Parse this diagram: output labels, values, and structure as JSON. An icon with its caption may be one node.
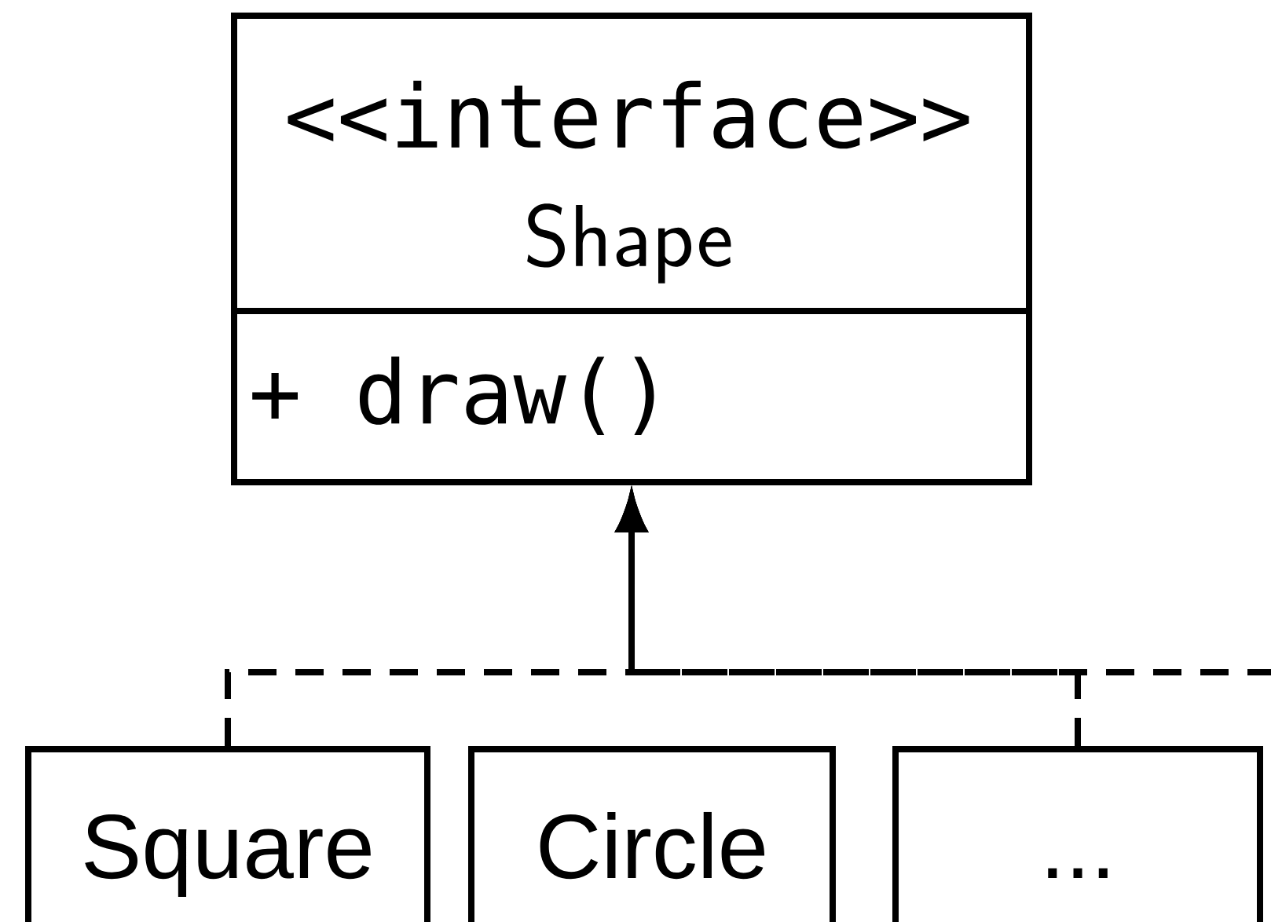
{
  "diagram": {
    "nodes": [
      {
        "text": [
          "<<interface>>",
          "Shape",
          "+ draw()"
        ]
      },
      {
        "text": [
          "Square"
        ]
      },
      {
        "text": [
          "Circle"
        ]
      },
      {
        "text": [
          "..."
        ]
      }
    ],
    "edges": [
      {
        "from": 1,
        "to": 0,
        "arrow": "to",
        "style": "dashed"
      },
      {
        "from": 3,
        "to": 0,
        "arrow": "to",
        "style": "dashed"
      },
      {
        "from": null,
        "to": 0,
        "arrow": "to",
        "style": "dashed"
      }
    ]
  }
}
